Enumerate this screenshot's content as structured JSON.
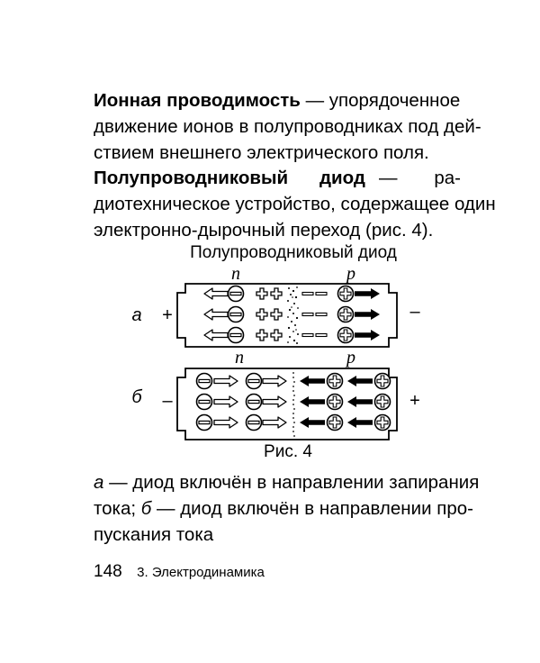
{
  "paragraph1": {
    "term": "Ионная проводимость",
    "line1_rest": " — упорядоченное",
    "line2": "движение ионов в полупроводниках под дей-",
    "line3": "ствием внешнего электрического поля."
  },
  "paragraph2": {
    "term": "Полупроводниковый",
    "term2": "диод",
    "dash": "—",
    "line1_end": "ра-",
    "line2": "диотехническое устройство, содержащее один",
    "line3": "электронно-дырочный переход (рис. 4)."
  },
  "figure": {
    "title": "Полупроводниковый диод",
    "panel_a": {
      "letter": "а",
      "left_sign": "+",
      "right_sign": "–",
      "n_label": "n",
      "p_label": "p"
    },
    "panel_b": {
      "letter": "б",
      "left_sign": "–",
      "right_sign": "+",
      "n_label": "n",
      "p_label": "p"
    },
    "label": "Рис. 4"
  },
  "caption": {
    "a_letter": "а",
    "line1_rest": " — диод включён в направлении запирания",
    "line2_start": "тока; ",
    "b_letter": "б",
    "line2_rest": " — диод включён в направлении про-",
    "line3": "пускания тока"
  },
  "footer": {
    "page_number": "148",
    "chapter": "3. Электродинамика"
  }
}
